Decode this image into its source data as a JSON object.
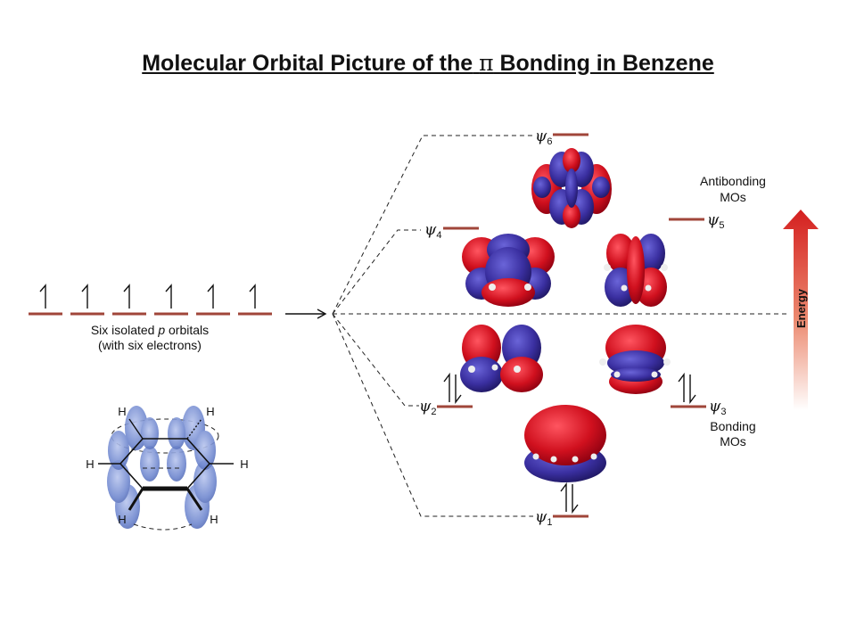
{
  "title": {
    "prefix": "Molecular Orbital Picture of the",
    "symbol": "π",
    "suffix": "Bonding in Benzene"
  },
  "isolated_orbitals": {
    "line1_prefix": "Six isolated ",
    "line1_italic": "p",
    "line1_suffix": " orbitals",
    "line2": "(with six electrons)"
  },
  "levels": {
    "psi_symbol": "ψ",
    "psi1": "1",
    "psi2": "2",
    "psi3": "3",
    "psi4": "4",
    "psi5": "5",
    "psi6": "6"
  },
  "labels": {
    "antibonding_line1": "Antibonding",
    "antibonding_line2": "MOs",
    "bonding_line1": "Bonding",
    "bonding_line2": "MOs",
    "energy": "Energy"
  },
  "benzene": {
    "atom": "H"
  },
  "colors": {
    "level_line": "#a0463a",
    "lobe_red": "#d0101e",
    "lobe_blue": "#3a2fa0",
    "p_orbital_blue": "#6f86cf",
    "energy_arrow_top": "#d41f1f",
    "energy_arrow_bottom": "#ffffff"
  }
}
